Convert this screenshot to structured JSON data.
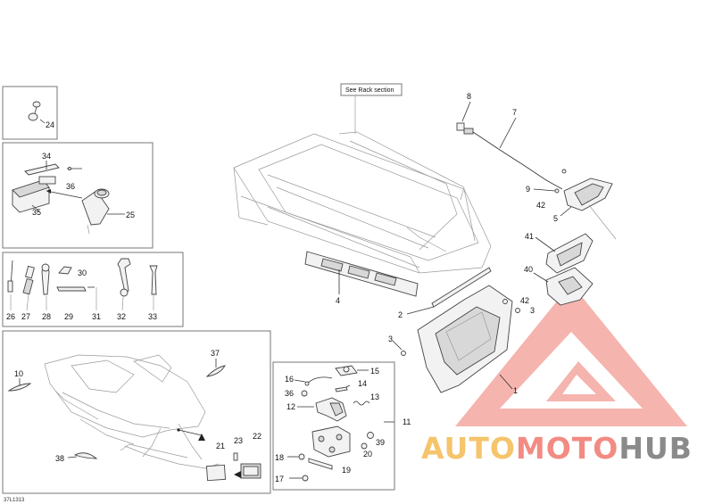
{
  "drawing_ref": "37L1313",
  "note": "See Rack section",
  "watermark": {
    "auto": "AUTO",
    "moto": "MOTO",
    "hub": "HUB",
    "color_auto": "#f5c46b",
    "color_moto": "#f28b82",
    "color_hub": "#8a8a8a",
    "color_logo": "#f08a80"
  },
  "callouts": {
    "c1": "1",
    "c2": "2",
    "c3a": "3",
    "c3b": "3",
    "c4": "4",
    "c5": "5",
    "c7": "7",
    "c8": "8",
    "c9": "9",
    "c10": "10",
    "c11": "11",
    "c12": "12",
    "c13": "13",
    "c14": "14",
    "c15": "15",
    "c16": "16",
    "c17": "17",
    "c18": "18",
    "c19": "19",
    "c20": "20",
    "c21": "21",
    "c22": "22",
    "c23": "23",
    "c24": "24",
    "c25": "25",
    "c26": "26",
    "c27": "27",
    "c28": "28",
    "c29": "29",
    "c30": "30",
    "c31": "31",
    "c32": "32",
    "c33": "33",
    "c34": "34",
    "c35": "35",
    "c36a": "36",
    "c36b": "36",
    "c37": "37",
    "c38": "38",
    "c39": "39",
    "c40": "40",
    "c41": "41",
    "c42a": "42",
    "c42b": "42"
  }
}
